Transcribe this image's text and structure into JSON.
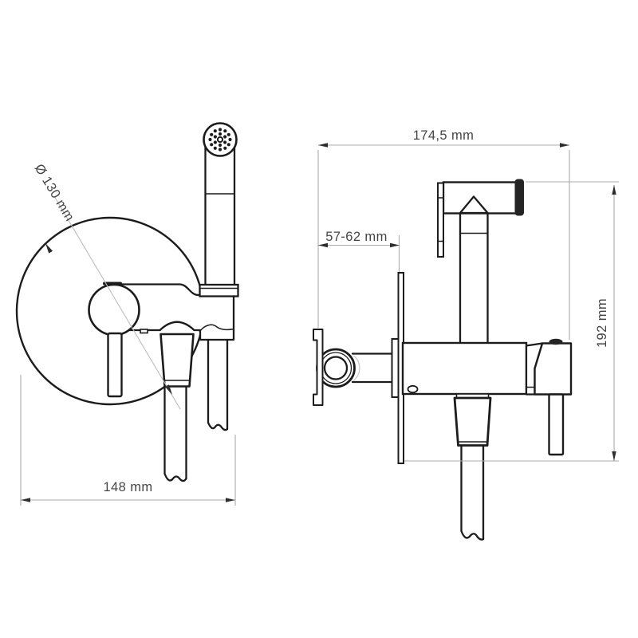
{
  "drawing": {
    "kind": "technical dimension drawing",
    "subject": "concealed bidet hand-shower mixer set, front view and side view"
  },
  "views": {
    "front": {
      "plate_diameter_label": "Ø 130 mm",
      "width_label": "148 mm"
    },
    "side": {
      "depth_label": "174,5 mm",
      "wall_range_label": "57-62 mm",
      "height_label": "192 mm"
    }
  },
  "colors": {
    "background": "#ffffff",
    "outline": "#1c1c1c",
    "dimension_line": "#ababab",
    "dimension_text": "#454545",
    "cap_fill": "#242424"
  }
}
